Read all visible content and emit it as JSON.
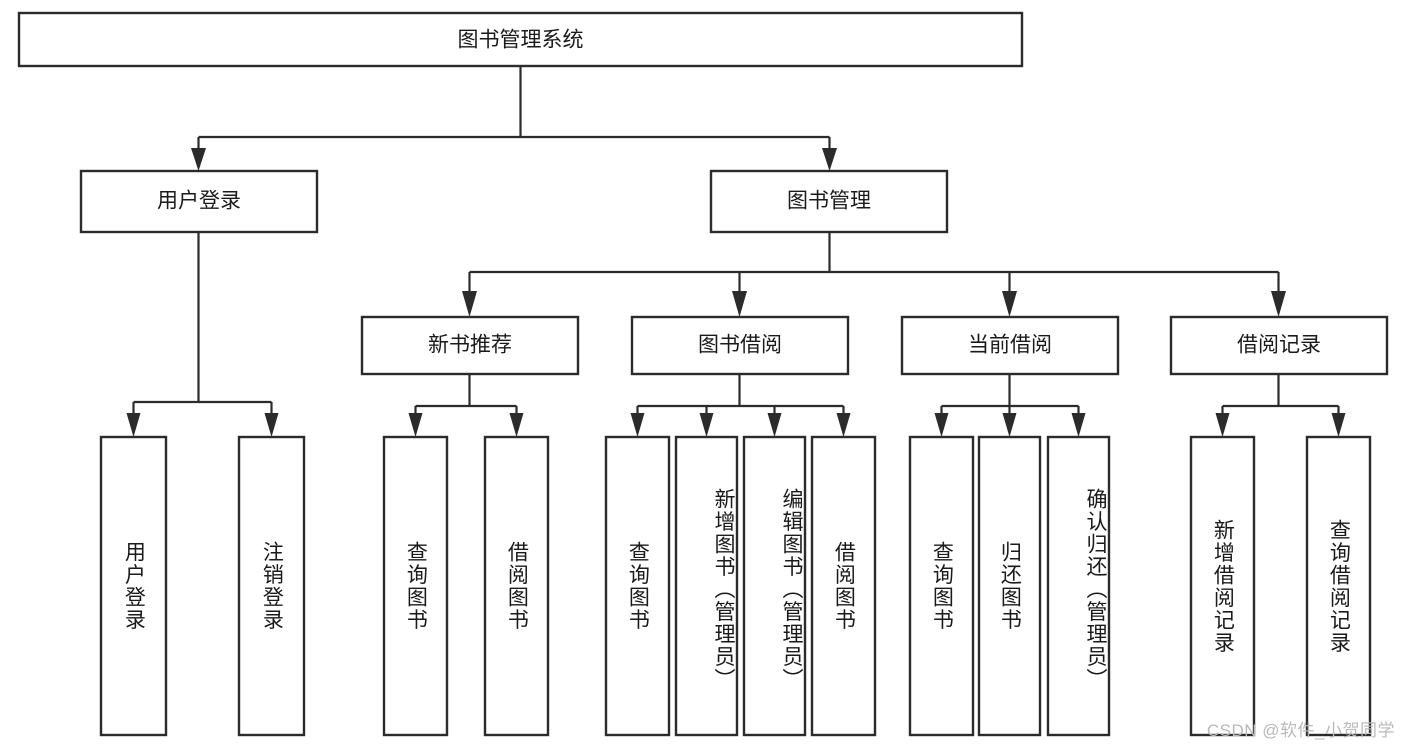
{
  "diagram": {
    "title": "图书管理系统",
    "type": "hierarchy-tree",
    "root": {
      "id": "root",
      "label": "图书管理系统",
      "orientation": "horizontal"
    },
    "level2": [
      {
        "id": "user-login",
        "label": "用户登录",
        "orientation": "horizontal"
      },
      {
        "id": "book-management",
        "label": "图书管理",
        "orientation": "horizontal"
      }
    ],
    "level3": [
      {
        "id": "new-book-recommend",
        "label": "新书推荐",
        "orientation": "horizontal"
      },
      {
        "id": "book-borrow",
        "label": "图书借阅",
        "orientation": "horizontal"
      },
      {
        "id": "current-borrow",
        "label": "当前借阅",
        "orientation": "horizontal"
      },
      {
        "id": "borrow-record",
        "label": "借阅记录",
        "orientation": "horizontal"
      }
    ],
    "leaves": {
      "user_login": [
        {
          "id": "leaf-user-login",
          "label": "用户登录"
        },
        {
          "id": "leaf-logout",
          "label": "注销登录"
        }
      ],
      "new_book_recommend": [
        {
          "id": "leaf-query-book-1",
          "label": "查询图书"
        },
        {
          "id": "leaf-borrow-book-1",
          "label": "借阅图书"
        }
      ],
      "book_borrow": [
        {
          "id": "leaf-query-book-2",
          "label": "查询图书"
        },
        {
          "id": "leaf-add-book",
          "label": "新增图书（管理员）"
        },
        {
          "id": "leaf-edit-book",
          "label": "编辑图书（管理员）"
        },
        {
          "id": "leaf-borrow-book-2",
          "label": "借阅图书"
        }
      ],
      "current_borrow": [
        {
          "id": "leaf-query-book-3",
          "label": "查询图书"
        },
        {
          "id": "leaf-return-book",
          "label": "归还图书"
        },
        {
          "id": "leaf-confirm-return",
          "label": "确认归还（管理员）"
        }
      ],
      "borrow_record": [
        {
          "id": "leaf-add-record",
          "label": "新增借阅记录"
        },
        {
          "id": "leaf-query-record",
          "label": "查询借阅记录"
        }
      ]
    },
    "colors": {
      "stroke": "#2b2b2b",
      "fill": "#ffffff",
      "text": "#1a1a1a",
      "watermark": "#b9b9b9"
    }
  },
  "watermark": {
    "text": "CSDN @软件_小贺同学"
  }
}
